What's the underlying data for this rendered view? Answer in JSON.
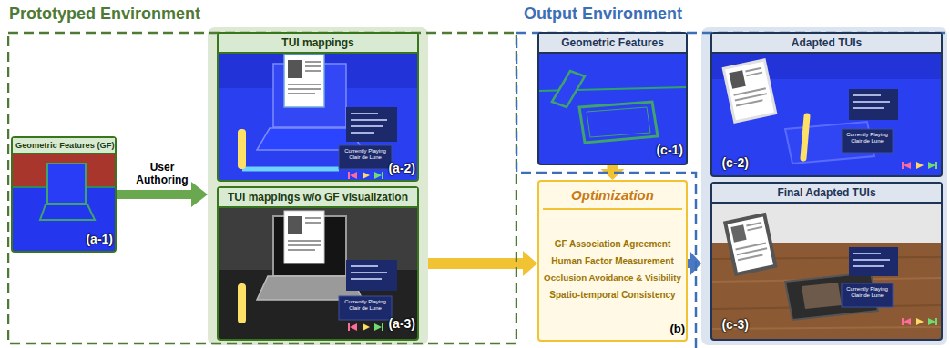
{
  "diagram": {
    "nodes": [
      {
        "text": [
          "Prototyped Environment"
        ]
      },
      {
        "text": [
          "Geometric Features (GF)"
        ],
        "in": 0
      },
      {
        "text": [],
        "in": 0
      },
      {
        "text": [
          "TUI mappings"
        ],
        "in": 2
      },
      {
        "text": [
          "TUI mappings w/o GF visualization"
        ],
        "in": 2
      },
      {
        "text": [
          "Output Environment"
        ]
      },
      {
        "text": [
          "Geometric Features"
        ],
        "in": 5
      },
      {
        "text": [
          "Optimization",
          "GF Association Agreement",
          "Human Factor Measurement",
          "Occlusion Avoidance & Visibility",
          "Spatio-temporal Consistency"
        ]
      },
      {
        "text": [],
        "in": 5
      },
      {
        "text": [
          "Adapted TUIs"
        ],
        "in": 8
      },
      {
        "text": [
          "Final Adapted TUIs"
        ],
        "in": 8
      }
    ],
    "edges": [
      {
        "from": 1,
        "to": 2,
        "arrow": "to",
        "label": "User Authoring"
      },
      {
        "from": 2,
        "to": 7,
        "arrow": "to"
      },
      {
        "from": 6,
        "to": 7,
        "arrow": "to"
      },
      {
        "from": 7,
        "to": 8,
        "arrow": "to"
      }
    ],
    "labels": [
      "(a-1)",
      "(a-2)",
      "(a-3)",
      "(c-1)",
      "(c-2)",
      "(c-3)",
      "(b)",
      "Currently Playing Clair de Lune",
      "Currently Playing Clair de Lune",
      "Currently Playing Clair de Lune",
      "Currently Playing Clair de Lune"
    ]
  }
}
